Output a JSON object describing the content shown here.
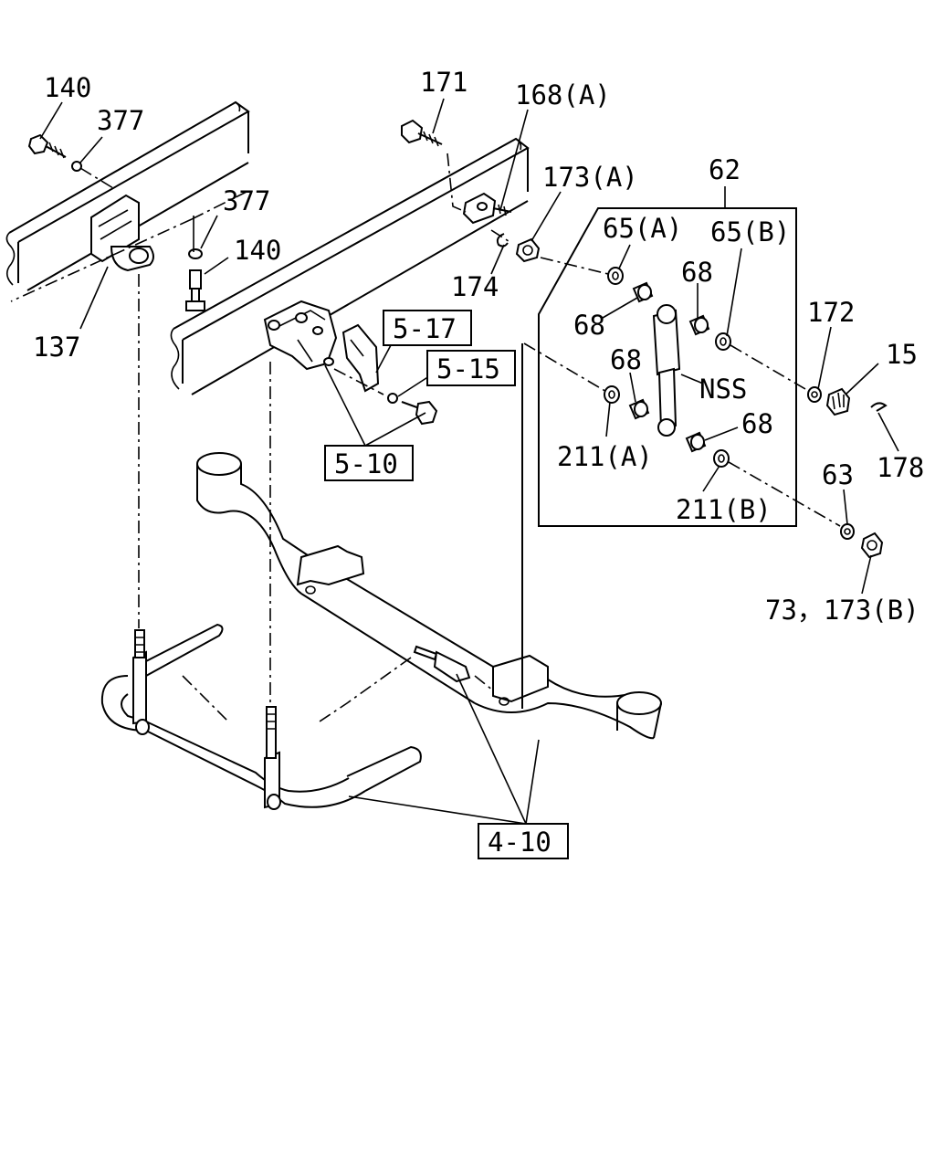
{
  "labels": {
    "p140a": "140",
    "p377a": "377",
    "p377b": "377",
    "p140b": "140",
    "p137": "137",
    "p171": "171",
    "p168a": "168(A)",
    "p173a": "173(A)",
    "p174": "174",
    "p62": "62",
    "p65a": "65(A)",
    "p65b": "65(B)",
    "p68a": "68",
    "p68b": "68",
    "p68c": "68",
    "p68d": "68",
    "nss": "NSS",
    "p211a": "211(A)",
    "p211b": "211(B)",
    "p172": "172",
    "p15": "15",
    "p178": "178",
    "p63": "63",
    "p73": "73，173(B)"
  },
  "refs": {
    "r517": "5-17",
    "r515": "5-15",
    "r510": "5-10",
    "r410": "4-10"
  }
}
